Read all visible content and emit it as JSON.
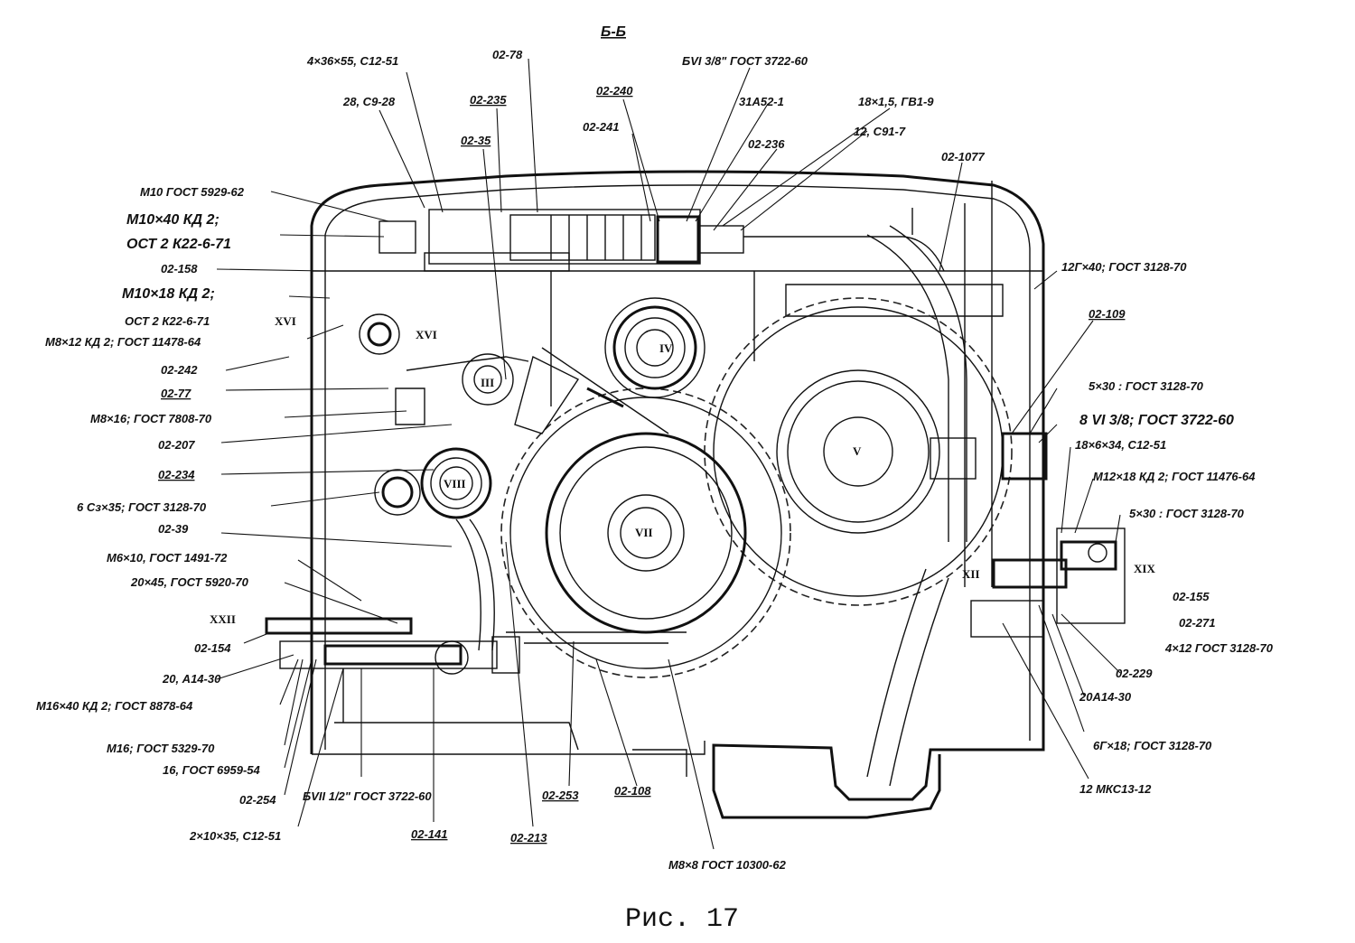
{
  "figure": {
    "section_mark": "Б-Б",
    "caption": "Рис. 17"
  },
  "labels": {
    "l_4x36": "4×36×55, С12-51",
    "l_28c928": "28, С9-28",
    "l_0278": "02-78",
    "l_02235": "02-235",
    "l_0235": "02-35",
    "l_02240": "02-240",
    "l_02241": "02-241",
    "l_bvi": "БVI 3/8\" ГОСТ 3722-60",
    "l_31a521": "31А52-1",
    "l_02236": "02-236",
    "l_18x15": "18×1,5, ГВ1-9",
    "l_12c917": "12, С91-7",
    "l_021077": "02-1077",
    "l_m10gost": "М10 ГОСТ 5929-62",
    "l_m10x40": "М10×40 КД 2;",
    "l_ost2a": "ОСТ 2 К22-6-71",
    "l_02158": "02-158",
    "l_m10x18": "М10×18 КД 2;",
    "l_ost2b": "ОСТ 2 К22-6-71",
    "l_m8x12": "М8×12 КД 2; ГОСТ 11478-64",
    "l_02242": "02-242",
    "l_0277": "02-77",
    "l_m8x16": "М8×16; ГОСТ 7808-70",
    "l_02207": "02-207",
    "l_02234": "02-234",
    "l_6c3": "6 Сз×35; ГОСТ 3128-70",
    "l_0239": "02-39",
    "l_m6x10": "М6×10, ГОСТ 1491-72",
    "l_20x45": "20×45, ГОСТ 5920-70",
    "l_02154": "02-154",
    "l_20a14": "20, А14-30",
    "l_m16x40": "М16×40 КД 2; ГОСТ 8878-64",
    "l_m16gost": "М16; ГОСТ 5329-70",
    "l_16gost": "16, ГОСТ 6959-54",
    "l_02254": "02-254",
    "l_bvii": "БVII 1/2\" ГОСТ 3722-60",
    "l_2x10": "2×10×35, С12-51",
    "l_02141": "02-141",
    "l_02213": "02-213",
    "l_02253": "02-253",
    "l_02108": "02-108",
    "l_m8x8": "М8×8 ГОСТ 10300-62",
    "l_12mkc": "12 МКС13-12",
    "l_6g18": "6Г×18; ГОСТ 3128-70",
    "l_20a14b": "20А14-30",
    "l_02229": "02-229",
    "l_4x12": "4×12 ГОСТ 3128-70",
    "l_02271": "02-271",
    "l_02155": "02-155",
    "l_5x30b": "5×30 : ГОСТ 3128-70",
    "l_m12x18": "М12×18 КД 2; ГОСТ 11476-64",
    "l_18x6": "18×6×34, С12-51",
    "l_8vi": "8 VI 3/8; ГОСТ 3722-60",
    "l_5x30a": "5×30 : ГОСТ 3128-70",
    "l_02109": "02-109",
    "l_12g40": "12Г×40; ГОСТ 3128-70"
  },
  "roman_marks": {
    "xvi_a": "XVI",
    "xvi_b": "XVI",
    "iii": "III",
    "iv": "IV",
    "v": "V",
    "vii": "VII",
    "viii": "VIII",
    "xii": "XII",
    "xix": "XIX",
    "xxii": "XXII"
  }
}
